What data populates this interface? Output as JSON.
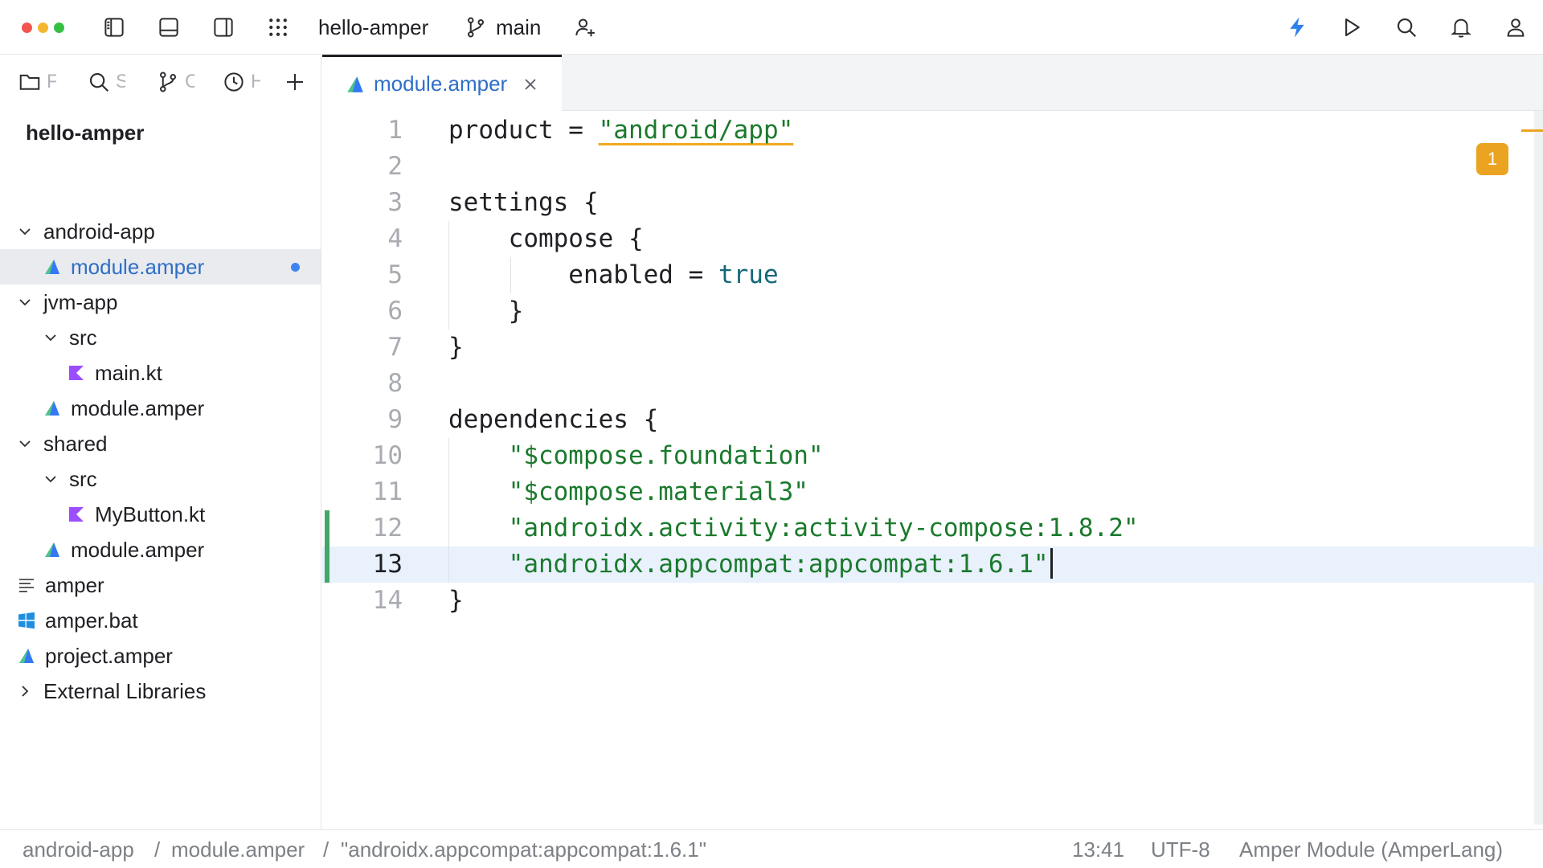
{
  "titlebar": {
    "project_name": "hello-amper",
    "branch": "main"
  },
  "left_panel": {
    "tabs": [
      {
        "label": "F",
        "icon": "folder-icon"
      },
      {
        "label": "S",
        "icon": "search-icon"
      },
      {
        "label": "C",
        "icon": "git-branch-icon"
      },
      {
        "label": "H",
        "icon": "clock-icon"
      }
    ],
    "tree": {
      "root": "hello-amper",
      "items": [
        {
          "label": "android-app",
          "icon": "chevron-down-icon"
        },
        {
          "label": "module.amper",
          "icon": "amper-file-icon",
          "selected": true,
          "modified": true
        },
        {
          "label": "jvm-app",
          "icon": "chevron-down-icon"
        },
        {
          "label": "src",
          "icon": "chevron-down-icon"
        },
        {
          "label": "main.kt",
          "icon": "kotlin-file-icon"
        },
        {
          "label": "module.amper",
          "icon": "amper-file-icon"
        },
        {
          "label": "shared",
          "icon": "chevron-down-icon"
        },
        {
          "label": "src",
          "icon": "chevron-down-icon"
        },
        {
          "label": "MyButton.kt",
          "icon": "kotlin-file-icon"
        },
        {
          "label": "module.amper",
          "icon": "amper-file-icon"
        },
        {
          "label": "amper",
          "icon": "text-file-icon"
        },
        {
          "label": "amper.bat",
          "icon": "windows-file-icon"
        },
        {
          "label": "project.amper",
          "icon": "amper-file-icon"
        },
        {
          "label": "External Libraries",
          "icon": "chevron-right-icon"
        }
      ]
    }
  },
  "editor": {
    "tab": {
      "label": "module.amper",
      "icon": "amper-file-icon"
    },
    "problems_count": "1",
    "lines": [
      {
        "n": "1",
        "parts": [
          {
            "t": "product = ",
            "c": ""
          },
          {
            "t": "\"android/app\"",
            "c": "str squiggle"
          }
        ]
      },
      {
        "n": "2",
        "parts": []
      },
      {
        "n": "3",
        "parts": [
          {
            "t": "settings {",
            "c": ""
          }
        ]
      },
      {
        "n": "4",
        "parts": [
          {
            "t": "    compose {",
            "c": ""
          }
        ]
      },
      {
        "n": "5",
        "parts": [
          {
            "t": "        enabled = ",
            "c": ""
          },
          {
            "t": "true",
            "c": "kw"
          }
        ]
      },
      {
        "n": "6",
        "parts": [
          {
            "t": "    }",
            "c": ""
          }
        ]
      },
      {
        "n": "7",
        "parts": [
          {
            "t": "}",
            "c": ""
          }
        ]
      },
      {
        "n": "8",
        "parts": []
      },
      {
        "n": "9",
        "parts": [
          {
            "t": "dependencies {",
            "c": ""
          }
        ]
      },
      {
        "n": "10",
        "parts": [
          {
            "t": "    ",
            "c": ""
          },
          {
            "t": "\"$compose.foundation\"",
            "c": "str"
          }
        ]
      },
      {
        "n": "11",
        "parts": [
          {
            "t": "    ",
            "c": ""
          },
          {
            "t": "\"$compose.material3\"",
            "c": "str"
          }
        ]
      },
      {
        "n": "12",
        "parts": [
          {
            "t": "    ",
            "c": ""
          },
          {
            "t": "\"androidx.activity:activity-compose:1.8.2\"",
            "c": "str"
          }
        ]
      },
      {
        "n": "13",
        "parts": [
          {
            "t": "    ",
            "c": ""
          },
          {
            "t": "\"androidx.appcompat:appcompat:1.6.1\"",
            "c": "str"
          }
        ],
        "current": true
      },
      {
        "n": "14",
        "parts": [
          {
            "t": "}",
            "c": ""
          }
        ]
      }
    ]
  },
  "statusbar": {
    "breadcrumb": [
      "android-app",
      "module.amper",
      "\"androidx.appcompat:appcompat:1.6.1\""
    ],
    "separator": "/",
    "position": "13:41",
    "encoding": "UTF-8",
    "file_type": "Amper Module (AmperLang)"
  },
  "colors": {
    "accent": "#2f6fc6",
    "string": "#1b7a2d",
    "keyword": "#16697a",
    "warning": "#eba421",
    "change": "#44a66b",
    "current_line": "#e8f1fc"
  }
}
